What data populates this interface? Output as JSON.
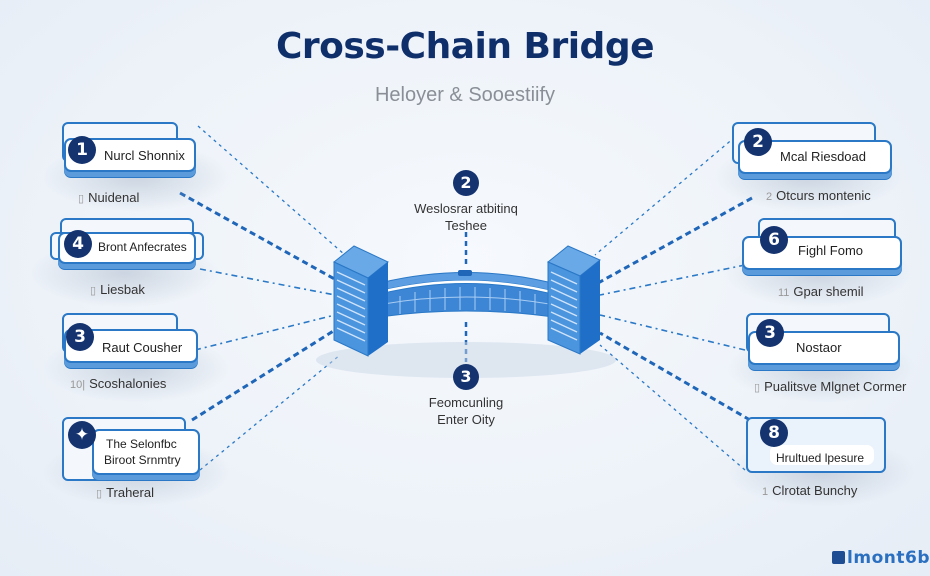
{
  "header": {
    "title": "Cross-Chain Bridge",
    "subtitle": "Heloyer & Sooestiify"
  },
  "left_nodes": [
    {
      "number": "1",
      "label": "Nurcl Shonnix",
      "caption": "Nuidenal",
      "caption_icon": "doc-icon"
    },
    {
      "number": "4",
      "label": "Bront Anfecrates",
      "caption": "Liesbak",
      "caption_icon": "doc-icon"
    },
    {
      "number": "3",
      "label": "Raut Cousher",
      "caption": "Scoshalonies",
      "caption_icon": "doc-icon",
      "caption_prefix": "10|"
    },
    {
      "number": "",
      "label_line1": "The Selonfbc",
      "label_line2": "Biroot Srnmtry",
      "caption": "Traheral",
      "caption_icon": "doc-icon",
      "badge_icon": "shield-icon"
    }
  ],
  "right_nodes": [
    {
      "number": "2",
      "label": "Mcal Riesdoad",
      "caption": "Otcurs montenic",
      "caption_prefix": "2"
    },
    {
      "number": "6",
      "label": "Fighl Fomo",
      "caption": "Gpar shemil",
      "caption_prefix": "11"
    },
    {
      "number": "3",
      "label": "Nostaor",
      "caption": "Pualitsve Mlgnet Cormer",
      "caption_icon": "doc-icon"
    },
    {
      "number": "8",
      "label": "Hrultued lpesure",
      "caption": "Clrotat Bunchy",
      "caption_prefix": "1"
    }
  ],
  "center_steps": [
    {
      "number": "2",
      "line1": "Weslosrar atbitinq",
      "line2": "Teshee"
    },
    {
      "number": "3",
      "line1": "Feomcunling",
      "line2": "Enter Oity"
    }
  ],
  "bridge": {
    "icon": "bridge-icon",
    "left_server": "server-icon",
    "right_server": "server-icon"
  },
  "brand": {
    "text": "lmont6b",
    "icon": "logo-icon"
  },
  "colors": {
    "primary": "#2a78c6",
    "dark": "#14336f",
    "title": "#0f2f6b",
    "bridge": "#3d86d6"
  }
}
